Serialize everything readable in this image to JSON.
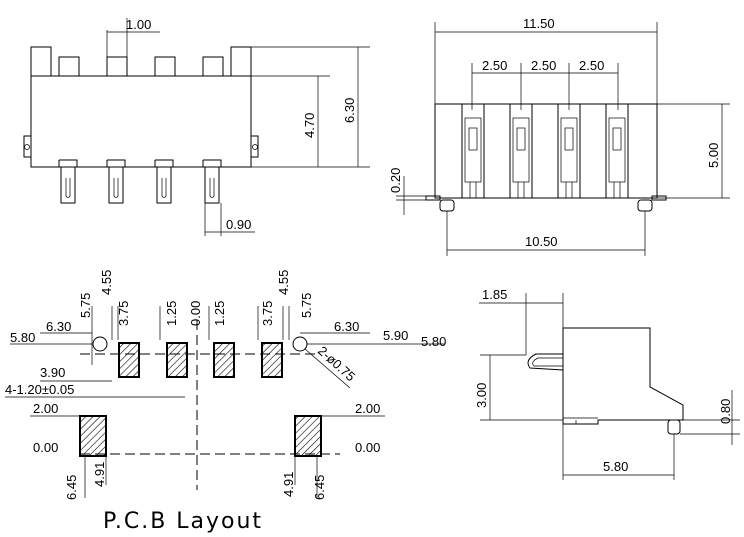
{
  "front_view": {
    "dim_pitch": "1.00",
    "dim_body_height": "4.70",
    "dim_total_height": "6.30",
    "dim_terminal_width": "0.90"
  },
  "top_view": {
    "dim_overall_width": "11.50",
    "dim_pitch_1": "2.50",
    "dim_pitch_2": "2.50",
    "dim_pitch_3": "2.50",
    "dim_peg_spacing": "10.50",
    "dim_depth": "5.00",
    "dim_offset": "0.20"
  },
  "pcb_layout": {
    "title": "P.C.B Layout",
    "x_labels": [
      "5.75",
      "4.55",
      "3.75",
      "1.25",
      "0.00",
      "1.25",
      "3.75",
      "4.55",
      "5.75"
    ],
    "label_5_80_left": "5.80",
    "label_6_30_left": "6.30",
    "label_3_90": "3.90",
    "label_pad_spec": "4-1.20±0.05",
    "label_2_00_left": "2.00",
    "label_0_00_left": "0.00",
    "label_6_30_right": "6.30",
    "label_5_90": "5.90",
    "label_5_80_right": "5.80",
    "label_hole": "2-ø0.75",
    "label_2_00_right": "2.00",
    "label_0_00_right": "0.00",
    "label_6_45_left": "6.45",
    "label_4_91_left": "4.91",
    "label_4_91_right": "4.91",
    "label_6_45_right": "6.45"
  },
  "side_view": {
    "dim_contact": "1.85",
    "dim_height": "3.00",
    "dim_peg": "0.80",
    "dim_length": "5.80"
  }
}
